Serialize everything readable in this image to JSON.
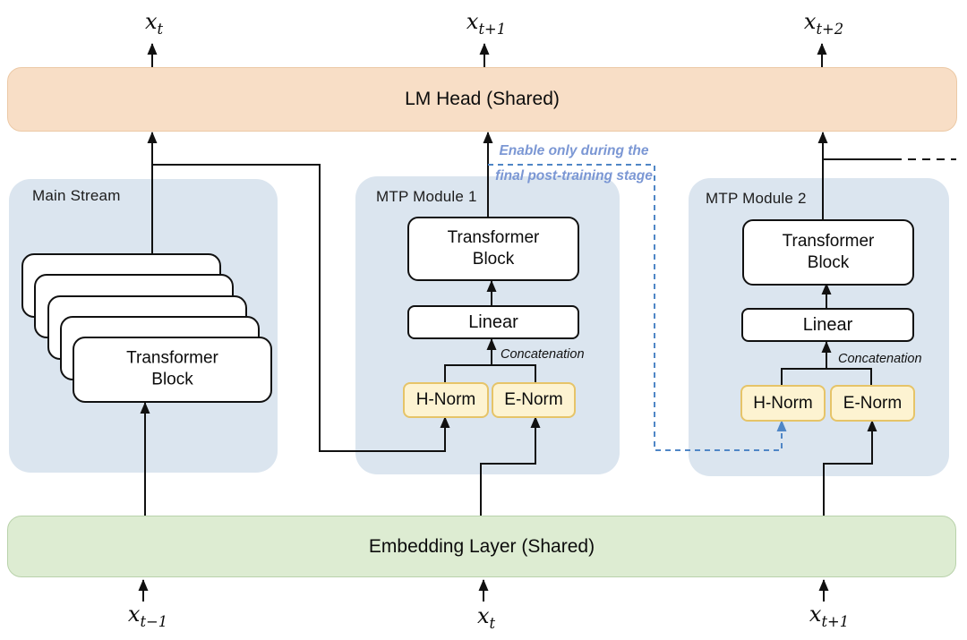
{
  "lm_head": {
    "label": "LM Head (Shared)"
  },
  "embedding_layer": {
    "label": "Embedding Layer (Shared)"
  },
  "main_stream": {
    "title": "Main Stream",
    "block_label": "Transformer Block"
  },
  "mtp_module_1": {
    "title": "MTP Module 1",
    "transformer_block": "Transformer Block",
    "linear": "Linear",
    "concatenation": "Concatenation",
    "h_norm": "H-Norm",
    "e_norm": "E-Norm"
  },
  "mtp_module_2": {
    "title": "MTP Module 2",
    "transformer_block": "Transformer Block",
    "linear": "Linear",
    "concatenation": "Concatenation",
    "h_norm": "H-Norm",
    "e_norm": "E-Norm"
  },
  "annotation": {
    "line1": "Enable only during the",
    "line2": "final post-training stage"
  },
  "outputs": [
    {
      "base": "x",
      "sub": "t"
    },
    {
      "base": "x",
      "sub": "t+1"
    },
    {
      "base": "x",
      "sub": "t+2"
    }
  ],
  "inputs": [
    {
      "base": "x",
      "sub": "t−1"
    },
    {
      "base": "x",
      "sub": "t"
    },
    {
      "base": "x",
      "sub": "t+1"
    }
  ],
  "colors": {
    "panel": "#dbe5ef",
    "lm_head_fill": "#f8dec6",
    "lm_head_border": "#ecc9a6",
    "embedding_fill": "#ddecd2",
    "embedding_border": "#b9d2ab",
    "norm_fill": "#fdf3d1",
    "norm_border": "#e6c468",
    "wire": "#111111",
    "dashed_blue": "#4f86c6",
    "annotation_text": "#7b97d4"
  }
}
